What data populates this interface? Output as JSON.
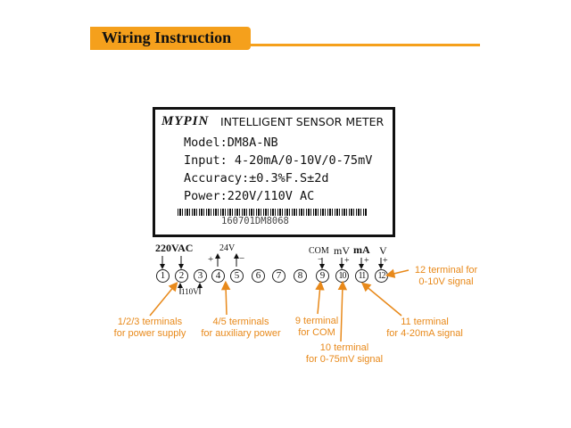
{
  "header": {
    "title": "Wiring Instruction"
  },
  "label_plate": {
    "brand": "MYPIN",
    "subtitle": "INTELLIGENT SENSOR METER",
    "model": "Model:DM8A-NB",
    "input": "Input: 4-20mA/0-10V/0-75mV",
    "accuracy": "Accuracy:±0.3%F.S±2d",
    "power": "Power:220V/110V AC",
    "serial": "160701DM8068"
  },
  "terminals": [
    "1",
    "2",
    "3",
    "4",
    "5",
    "6",
    "7",
    "8",
    "9",
    "10",
    "11",
    "12"
  ],
  "terminal_labels": {
    "vac220": "220VAC",
    "vac110": "110V",
    "v24": "24V",
    "com": "COM",
    "mv": "mV",
    "ma": "mA",
    "v": "V",
    "plus": "+",
    "minus": "−"
  },
  "callouts": {
    "power_supply": [
      "1/2/3 terminals",
      "for power supply"
    ],
    "auxiliary": [
      "4/5 terminals",
      "for auxiliary power"
    ],
    "com": [
      "9 terminal",
      "for COM"
    ],
    "mv": [
      "10 terminal",
      "for 0-75mV signal"
    ],
    "ma": [
      "11 terminal",
      "for 4-20mA signal"
    ],
    "v": [
      "12 terminal for",
      "0-10V signal"
    ]
  },
  "colors": {
    "accent": "#f5a01c",
    "callout": "#e8891a",
    "ink": "#111111"
  }
}
